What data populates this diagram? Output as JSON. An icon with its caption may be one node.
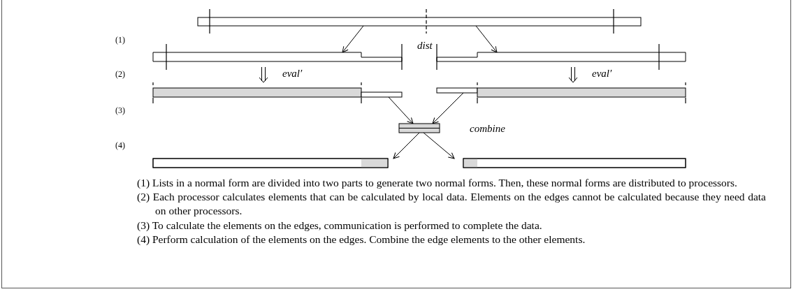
{
  "diagram": {
    "nodes": [
      {
        "text": [],
        "shape": "bar"
      },
      {
        "text": [],
        "shape": "bar"
      },
      {
        "text": [],
        "shape": "bar"
      },
      {
        "text": [],
        "shape": "bar"
      },
      {
        "text": [],
        "shape": "bar"
      },
      {
        "text": [],
        "shape": "bar"
      },
      {
        "text": [],
        "shape": "bar"
      },
      {
        "text": [],
        "shape": "bar"
      }
    ],
    "edges": [
      {
        "from": 0,
        "to": 1,
        "arrow": "to"
      },
      {
        "from": 0,
        "to": 2,
        "arrow": "to"
      },
      {
        "from": 1,
        "to": 3,
        "arrow": "to",
        "label": "eval′"
      },
      {
        "from": 2,
        "to": 4,
        "arrow": "to",
        "label": "eval′"
      },
      {
        "from": 3,
        "to": 5,
        "arrow": "to"
      },
      {
        "from": 4,
        "to": 5,
        "arrow": "to"
      },
      {
        "from": 5,
        "to": 6,
        "arrow": "to"
      },
      {
        "from": 5,
        "to": 7,
        "arrow": "to"
      }
    ],
    "labels": [
      "(1)",
      "dist",
      "(2)",
      "(3)",
      "combine",
      "(4)",
      "(1) Lists in a normal form are divided into two parts to generate two normal forms. Then, these normal forms are distributed to processors.",
      "(2) Each processor calculates elements that can be calculated by local data. Elements on the edges cannot be calculated because they need data on other processors.",
      "(3) To calculate the elements on the edges, communication is performed to complete the data.",
      "(4) Perform calculation of the elements on the edges. Combine the edge elements to the other elements."
    ]
  }
}
